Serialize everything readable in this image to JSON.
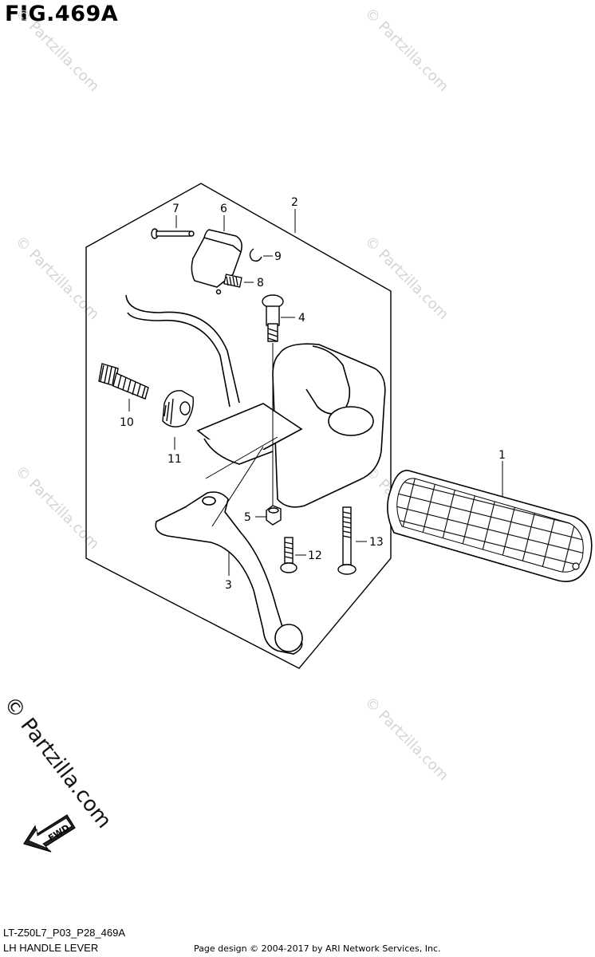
{
  "figure": {
    "title": "FIG.469A"
  },
  "callouts": [
    "1",
    "2",
    "3",
    "4",
    "5",
    "6",
    "7",
    "8",
    "9",
    "10",
    "11",
    "12",
    "13"
  ],
  "watermark": {
    "small": "© Partzilla.com",
    "large": "© Partzilla.com"
  },
  "fwd_label": "FWD",
  "footer": {
    "code": "LT-Z50L7_P03_P28_469A",
    "subtitle": "LH HANDLE LEVER",
    "credit": "Page design © 2004-2017 by ARI Network Services, Inc."
  }
}
